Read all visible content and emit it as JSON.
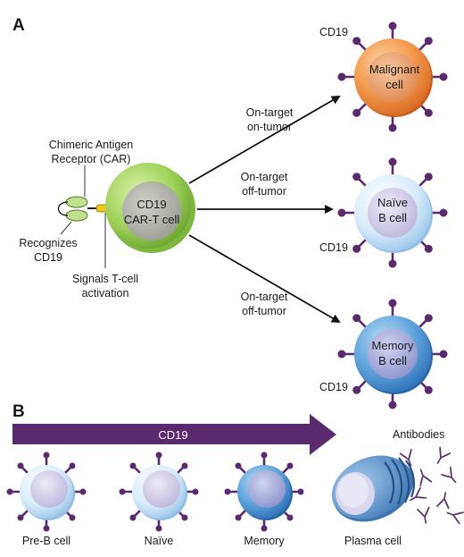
{
  "panel_a": {
    "letter": "A",
    "car_label_line1": "Chimeric Antigen",
    "car_label_line2": "Receptor (CAR)",
    "recognizes_line1": "Recognizes",
    "recognizes_line2": "CD19",
    "signals_line1": "Signals T-cell",
    "signals_line2": "activation",
    "cart_line1": "CD19",
    "cart_line2": "CAR-T cell",
    "arrow_top_line1": "On-target",
    "arrow_top_line2": "on-tumor",
    "arrow_mid_line1": "On-target",
    "arrow_mid_line2": "off-tumor",
    "arrow_bot_line1": "On-target",
    "arrow_bot_line2": "off-tumor",
    "malignant_line1": "Malignant",
    "malignant_line2": "cell",
    "naive_line1": "Naïve",
    "naive_line2": "B cell",
    "memory_line1": "Memory",
    "memory_line2": "B cell",
    "cd19_top": "CD19",
    "cd19_mid": "CD19",
    "cd19_bot": "CD19"
  },
  "panel_b": {
    "letter": "B",
    "band_label": "CD19",
    "antibodies_label": "Antibodies",
    "cells": [
      "Pre-B cell",
      "Naïve",
      "Memory",
      "Plasma cell"
    ]
  },
  "colors": {
    "purple": "#5b2a6e",
    "cart_green": "#9acd55",
    "malignant_orange": "#f08a3a",
    "naive_blue": "#d6ebfb",
    "memory_blue": "#5a9fd8",
    "plasma_blue": "#5f95cc"
  }
}
